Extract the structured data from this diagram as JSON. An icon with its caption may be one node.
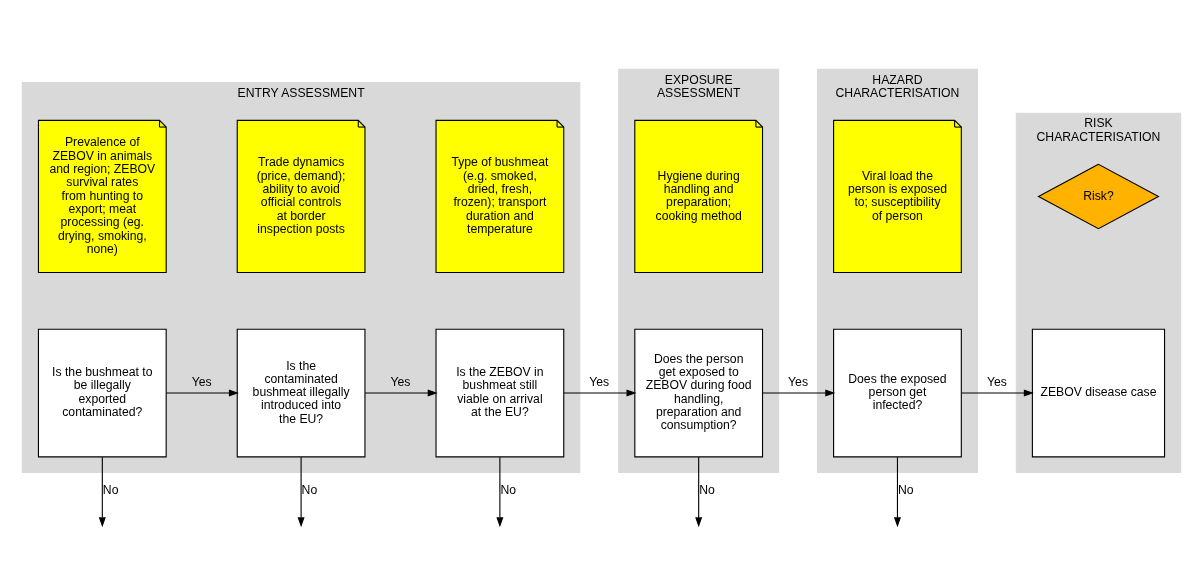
{
  "diagram": {
    "nodes": [
      {
        "text": [
          "ENTRY ASSESSMENT"
        ]
      },
      {
        "text": [
          "Prevalence of ZEBOV in animals and region; ZEBOV survival rates from hunting to export; meat processing (eg. drying, smoking, none)"
        ],
        "in": 0
      },
      {
        "text": [
          "Trade dynamics (price, demand); ability to avoid official controls at border inspection posts"
        ],
        "in": 0
      },
      {
        "text": [
          "Type of bushmeat (e.g. smoked, dried, fresh, frozen); transport duration and temperature"
        ],
        "in": 0
      },
      {
        "text": [
          "Is the bushmeat to be illegally exported contaminated?"
        ],
        "in": 0
      },
      {
        "text": [
          "Is the contaminated bushmeat illegally introduced into the EU?"
        ],
        "in": 0
      },
      {
        "text": [
          "Is the ZEBOV in bushmeat still viable on arrival at the EU?"
        ],
        "in": 0
      },
      {
        "text": [
          "EXPOSURE ASSESSMENT"
        ]
      },
      {
        "text": [
          "Hygiene during handling and preparation; cooking method"
        ],
        "in": 7
      },
      {
        "text": [
          "Does the person get exposed to ZEBOV during food handling, preparation and consumption?"
        ],
        "in": 7
      },
      {
        "text": [
          "HAZARD CHARACTERISATION"
        ]
      },
      {
        "text": [
          "Viral load the person is exposed to; susceptibility of person"
        ],
        "in": 10
      },
      {
        "text": [
          "Does the exposed person get infected?"
        ],
        "in": 10
      },
      {
        "text": [
          "RISK CHARACTERISATION"
        ]
      },
      {
        "text": [
          "Risk?"
        ],
        "in": 13
      },
      {
        "text": [
          "ZEBOV disease case"
        ],
        "in": 13
      }
    ],
    "edges": [
      {
        "from": 4,
        "to": 5,
        "arrow": "to",
        "label": "Yes"
      },
      {
        "from": 5,
        "to": 6,
        "arrow": "to",
        "label": "Yes"
      },
      {
        "from": 6,
        "to": 9,
        "arrow": "to",
        "label": "Yes"
      },
      {
        "from": 9,
        "to": 12,
        "arrow": "to",
        "label": "Yes"
      },
      {
        "from": 12,
        "to": 15,
        "arrow": "to",
        "label": "Yes"
      },
      {
        "from": 4,
        "to": null,
        "arrow": "to",
        "label": "No"
      },
      {
        "from": 5,
        "to": null,
        "arrow": "to",
        "label": "No"
      },
      {
        "from": 6,
        "to": null,
        "arrow": "to",
        "label": "No"
      },
      {
        "from": 9,
        "to": null,
        "arrow": "to",
        "label": "No"
      },
      {
        "from": 12,
        "to": null,
        "arrow": "to",
        "label": "No"
      }
    ]
  }
}
